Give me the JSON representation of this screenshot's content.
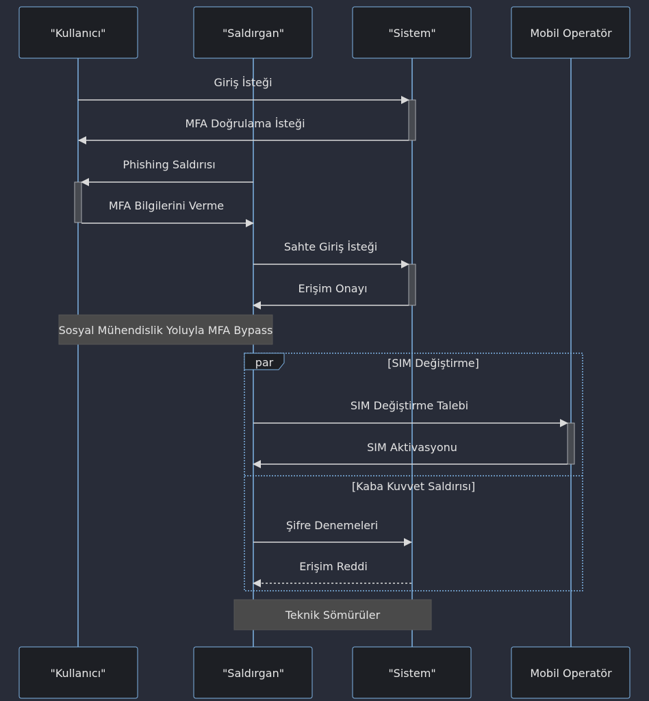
{
  "actors": [
    {
      "id": "kullanici",
      "label": "\"Kullanıcı\""
    },
    {
      "id": "saldirgan",
      "label": "\"Saldırgan\""
    },
    {
      "id": "sistem",
      "label": "\"Sistem\""
    },
    {
      "id": "mobil",
      "label": "Mobil Operatör"
    }
  ],
  "messages": [
    {
      "label": "Giriş İsteği",
      "from": "kullanici",
      "to": "sistem",
      "style": "solid"
    },
    {
      "label": "MFA Doğrulama İsteği",
      "from": "sistem",
      "to": "kullanici",
      "style": "solid"
    },
    {
      "label": "Phishing Saldırısı",
      "from": "saldirgan",
      "to": "kullanici",
      "style": "solid"
    },
    {
      "label": "MFA Bilgilerini Verme",
      "from": "kullanici",
      "to": "saldirgan",
      "style": "solid"
    },
    {
      "label": "Sahte Giriş İsteği",
      "from": "saldirgan",
      "to": "sistem",
      "style": "solid"
    },
    {
      "label": "Erişim Onayı",
      "from": "sistem",
      "to": "saldirgan",
      "style": "solid"
    },
    {
      "label": "SIM Değiştirme Talebi",
      "from": "saldirgan",
      "to": "mobil",
      "style": "solid"
    },
    {
      "label": "SIM Aktivasyonu",
      "from": "mobil",
      "to": "saldirgan",
      "style": "solid"
    },
    {
      "label": "Şifre Denemeleri",
      "from": "saldirgan",
      "to": "sistem",
      "style": "solid"
    },
    {
      "label": "Erişim Reddi",
      "from": "sistem",
      "to": "saldirgan",
      "style": "dashed"
    }
  ],
  "notes": [
    {
      "label": "Sosyal Mühendislik Yoluyla MFA Bypass"
    },
    {
      "label": "Teknik Sömürüler"
    }
  ],
  "par_block": {
    "keyword": "par",
    "sections": [
      "[SIM Değiştirme]",
      "[Kaba Kuvvet Saldırısı]"
    ]
  }
}
